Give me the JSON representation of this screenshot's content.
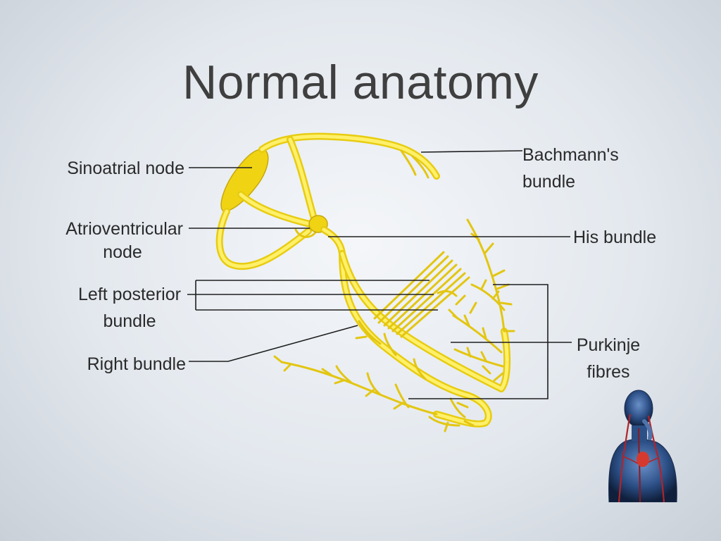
{
  "slide": {
    "title": "Normal anatomy"
  },
  "labels": {
    "sinoatrial_node": "Sinoatrial node",
    "atrioventricular_node_line1": "Atrioventricular",
    "atrioventricular_node_line2": "node",
    "left_posterior_bundle_line1": "Left posterior",
    "left_posterior_bundle_line2": "bundle",
    "right_bundle": "Right bundle",
    "bachmanns_bundle_line1": "Bachmann's",
    "bachmanns_bundle_line2": "bundle",
    "his_bundle": "His bundle",
    "purkinje_fibres_line1": "Purkinje",
    "purkinje_fibres_line2": "fibres"
  },
  "colors": {
    "conduction_system": "#e8cc10",
    "title_text": "#3f3f3f",
    "label_text": "#2a2a2a"
  },
  "icons": {
    "corner_logo": "human-anatomy-figure-icon"
  }
}
